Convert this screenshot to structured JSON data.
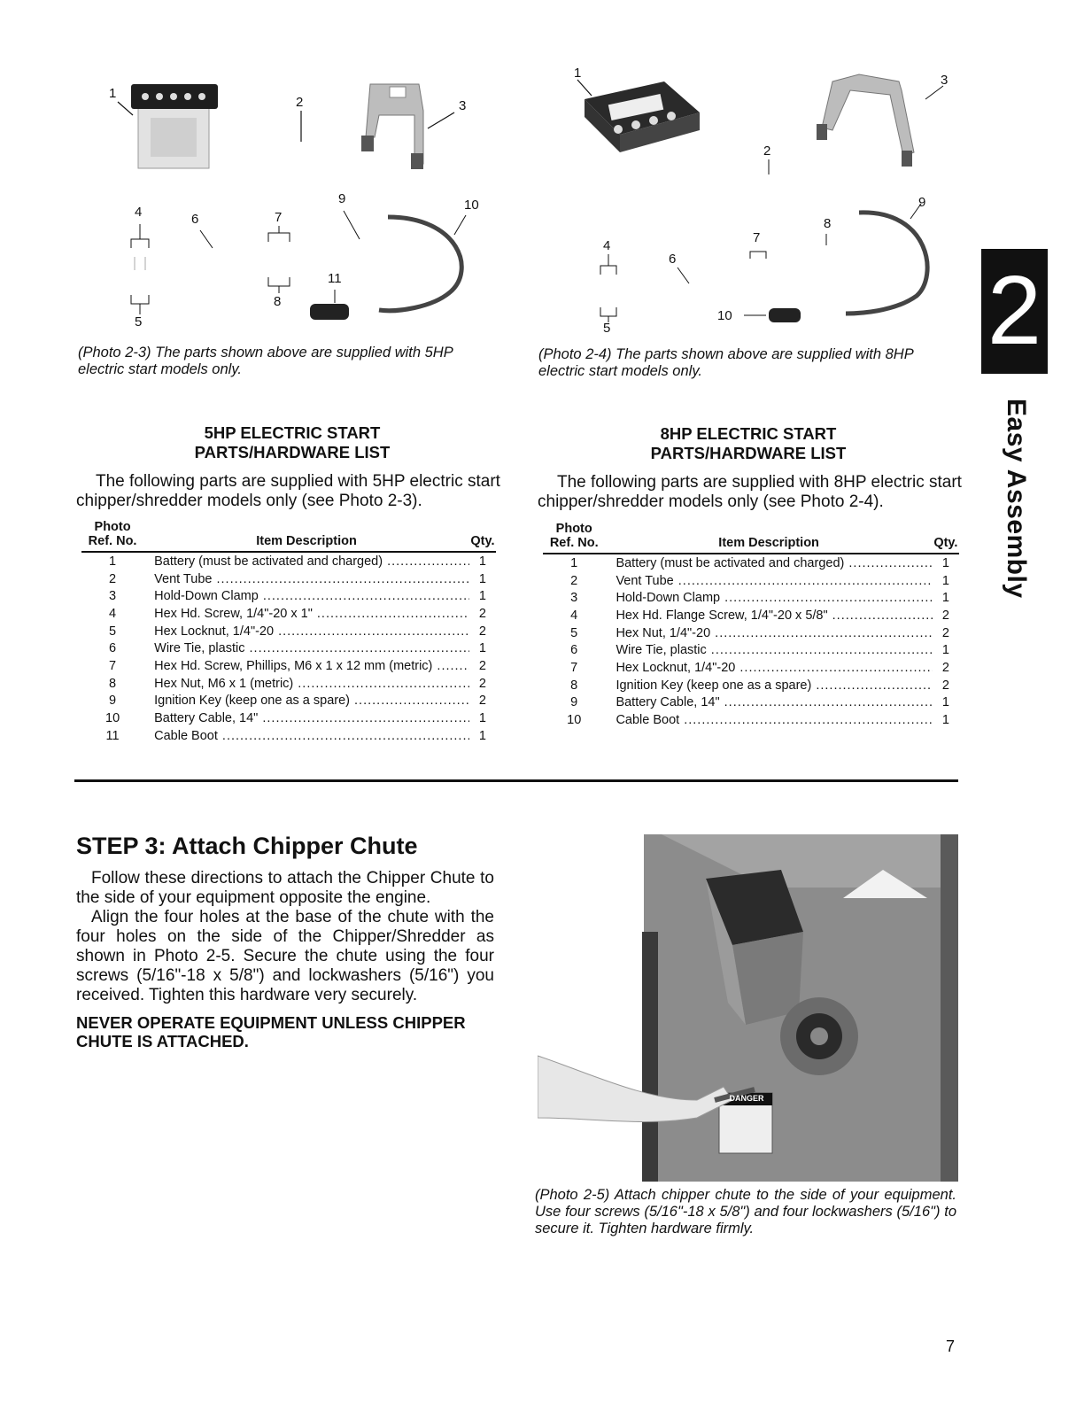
{
  "photo_left": {
    "callouts": [
      "1",
      "2",
      "3",
      "4",
      "5",
      "6",
      "7",
      "8",
      "9",
      "10",
      "11"
    ],
    "caption": "(Photo 2-3) The parts shown above are supplied with 5HP electric start models only."
  },
  "photo_right": {
    "callouts": [
      "1",
      "2",
      "3",
      "4",
      "5",
      "6",
      "7",
      "8",
      "9",
      "10"
    ],
    "caption": "(Photo 2-4) The parts shown above are supplied with 8HP electric start models only."
  },
  "list_5hp": {
    "heading_line1": "5HP ELECTRIC START",
    "heading_line2": "PARTS/HARDWARE LIST",
    "intro": "The following parts are supplied with 5HP electric start chipper/shredder models only (see Photo 2-3).",
    "col_photo": "Photo",
    "col_ref": "Ref. No.",
    "col_desc": "Item Description",
    "col_qty": "Qty.",
    "rows": [
      {
        "ref": "1",
        "desc": "Battery (must be activated and charged)",
        "qty": "1"
      },
      {
        "ref": "2",
        "desc": "Vent Tube",
        "qty": "1"
      },
      {
        "ref": "3",
        "desc": "Hold-Down Clamp",
        "qty": "1"
      },
      {
        "ref": "4",
        "desc": "Hex Hd. Screw, 1/4\"-20 x 1\"",
        "qty": "2"
      },
      {
        "ref": "5",
        "desc": "Hex Locknut, 1/4\"-20",
        "qty": "2"
      },
      {
        "ref": "6",
        "desc": "Wire Tie, plastic",
        "qty": "1"
      },
      {
        "ref": "7",
        "desc": "Hex Hd. Screw, Phillips, M6 x 1 x 12 mm (metric)",
        "qty": "2"
      },
      {
        "ref": "8",
        "desc": "Hex Nut, M6 x 1 (metric)",
        "qty": "2"
      },
      {
        "ref": "9",
        "desc": "Ignition Key (keep one as a spare)",
        "qty": "2"
      },
      {
        "ref": "10",
        "desc": "Battery Cable, 14\"",
        "qty": "1"
      },
      {
        "ref": "11",
        "desc": "Cable Boot",
        "qty": "1"
      }
    ]
  },
  "list_8hp": {
    "heading_line1": "8HP ELECTRIC START",
    "heading_line2": "PARTS/HARDWARE LIST",
    "intro": "The following parts are supplied with 8HP electric start chipper/shredder models only (see Photo 2-4).",
    "col_photo": "Photo",
    "col_ref": "Ref. No.",
    "col_desc": "Item Description",
    "col_qty": "Qty.",
    "rows": [
      {
        "ref": "1",
        "desc": "Battery (must be activated and charged)",
        "qty": "1"
      },
      {
        "ref": "2",
        "desc": "Vent Tube",
        "qty": "1"
      },
      {
        "ref": "3",
        "desc": "Hold-Down Clamp",
        "qty": "1"
      },
      {
        "ref": "4",
        "desc": "Hex Hd. Flange Screw, 1/4\"-20 x 5/8\"",
        "qty": "2"
      },
      {
        "ref": "5",
        "desc": "Hex Nut, 1/4\"-20",
        "qty": "2"
      },
      {
        "ref": "6",
        "desc": "Wire Tie, plastic",
        "qty": "1"
      },
      {
        "ref": "7",
        "desc": "Hex Locknut, 1/4\"-20",
        "qty": "2"
      },
      {
        "ref": "8",
        "desc": "Ignition Key (keep one as a spare)",
        "qty": "2"
      },
      {
        "ref": "9",
        "desc": "Battery Cable, 14\"",
        "qty": "1"
      },
      {
        "ref": "10",
        "desc": "Cable Boot",
        "qty": "1"
      }
    ]
  },
  "step3": {
    "title": "STEP 3: Attach Chipper Chute",
    "para1": "Follow these directions to attach the Chipper Chute to the side of your equipment opposite the engine.",
    "para2": "Align the four holes at the base of the chute with the four holes on the side of the Chipper/Shredder as shown in Photo 2-5. Secure the chute using the four screws (5/16\"-18 x 5/8\") and lockwashers (5/16\") you received. Tighten this hardware very securely.",
    "warning": "NEVER OPERATE EQUIPMENT UNLESS CHIPPER CHUTE IS ATTACHED.",
    "photo_label": "DANGER",
    "photo_caption": "(Photo 2-5) Attach chipper chute to the side of your equipment. Use four screws (5/16\"-18 x 5/8\") and four lockwashers (5/16\") to secure it. Tighten hardware firmly."
  },
  "side_tab": {
    "number": "2",
    "title": "Easy Assembly"
  },
  "page_number": "7"
}
